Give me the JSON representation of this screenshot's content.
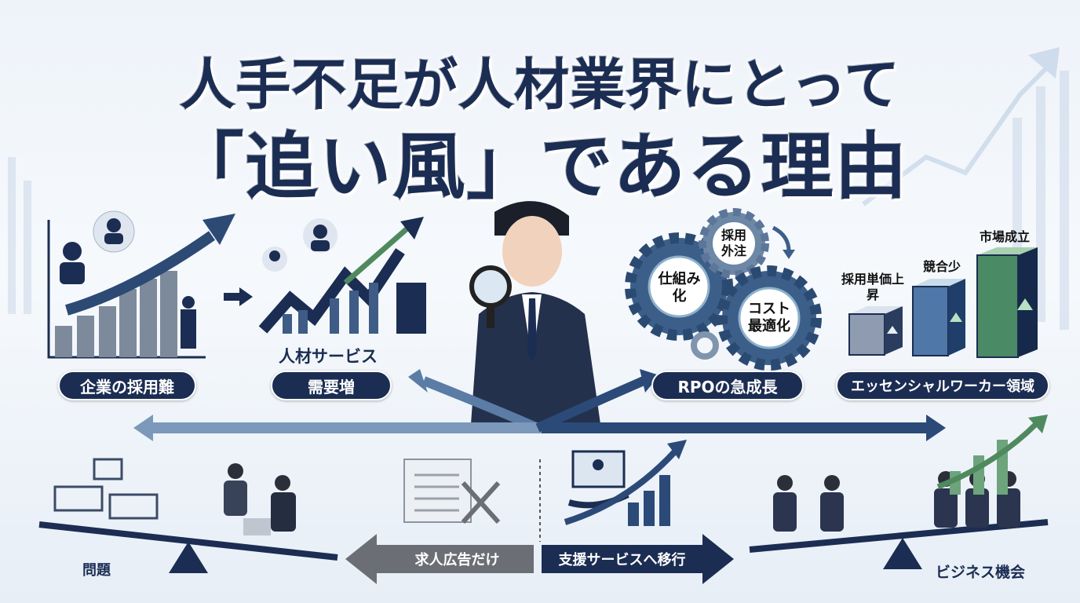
{
  "title": {
    "line1": "人手不足が人材業界にとって",
    "line2": "「追い風」である理由"
  },
  "panels": {
    "hiring_difficulty": {
      "label": "企業の採用難"
    },
    "staffing_demand": {
      "caption": "人材サービス",
      "label": "需要増"
    },
    "rpo": {
      "label": "RPOの急成長",
      "gears": [
        "採用外注",
        "仕組み化",
        "コスト最適化"
      ]
    },
    "essential": {
      "label": "エッセンシャルワーカー領域",
      "bars": [
        "採用単価上昇",
        "競合少",
        "市場成立"
      ]
    }
  },
  "bottom": {
    "problem_label": "問題",
    "opportunity_label": "ビジネス機会",
    "left_arrow": "求人広告だけ",
    "right_arrow": "支援サービスへ移行"
  },
  "colors": {
    "navy": "#1b2d52",
    "steel": "#4a6d95",
    "gray": "#6b6f75",
    "green": "#5f9e6e"
  }
}
